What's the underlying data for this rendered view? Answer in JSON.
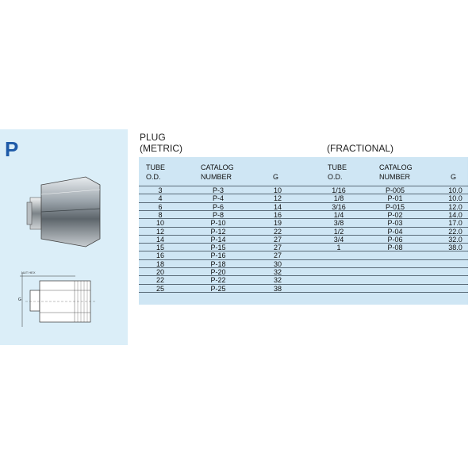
{
  "side": {
    "letter": "P",
    "nut_label": "NUT HEX",
    "dim_label": "G"
  },
  "titles": {
    "plug": "PLUG",
    "metric": "(METRIC)",
    "fractional": "(FRACTIONAL)"
  },
  "metric_headers": {
    "tube1": "TUBE",
    "tube2": "O.D.",
    "cat1": "CATALOG",
    "cat2": "NUMBER",
    "g": "G"
  },
  "frac_headers": {
    "tube1": "TUBE",
    "tube2": "O.D.",
    "cat1": "CATALOG",
    "cat2": "NUMBER",
    "g": "G"
  },
  "metric_rows": [
    [
      "3",
      "P-3",
      "10"
    ],
    [
      "4",
      "P-4",
      "12"
    ],
    [
      "6",
      "P-6",
      "14"
    ],
    [
      "8",
      "P-8",
      "16"
    ],
    [
      "10",
      "P-10",
      "19"
    ],
    [
      "12",
      "P-12",
      "22"
    ],
    [
      "14",
      "P-14",
      "27"
    ],
    [
      "15",
      "P-15",
      "27"
    ],
    [
      "16",
      "P-16",
      "27"
    ],
    [
      "18",
      "P-18",
      "30"
    ],
    [
      "20",
      "P-20",
      "32"
    ],
    [
      "22",
      "P-22",
      "32"
    ],
    [
      "25",
      "P-25",
      "38"
    ]
  ],
  "frac_rows": [
    [
      "1/16",
      "P-005",
      "10.0"
    ],
    [
      "1/8",
      "P-01",
      "10.0"
    ],
    [
      "3/16",
      "P-015",
      "12.0"
    ],
    [
      "1/4",
      "P-02",
      "14.0"
    ],
    [
      "3/8",
      "P-03",
      "17.0"
    ],
    [
      "1/2",
      "P-04",
      "22.0"
    ],
    [
      "3/4",
      "P-06",
      "32.0"
    ],
    [
      "1",
      "P-08",
      "38.0"
    ]
  ]
}
